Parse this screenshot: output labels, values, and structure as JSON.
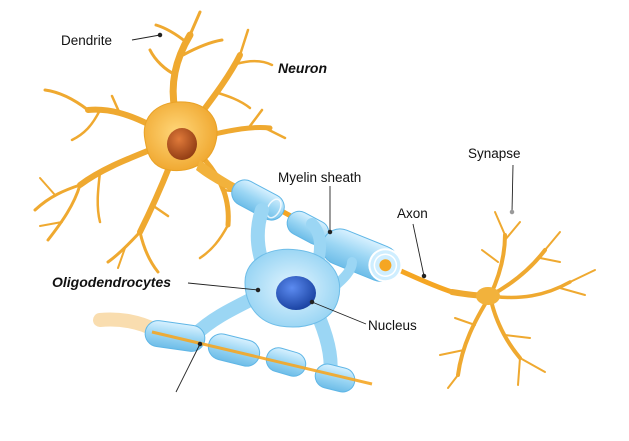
{
  "labels": {
    "dendrite": "Dendrite",
    "neuron": "Neuron",
    "myelin_sheath": "Myelin sheath",
    "synapse": "Synapse",
    "axon": "Axon",
    "oligodendrocytes": "Oligodendrocytes",
    "nucleus": "Nucleus"
  },
  "colors": {
    "neuron_fill": "#F2B23C",
    "neuron_edge": "#E9A226",
    "soma_nucleus": "#B9521B",
    "myelin_fill": "#A9DCF5",
    "myelin_edge": "#5FB6E6",
    "oligo_nucleus": "#2A5CC8",
    "axon_core": "#F5A623"
  }
}
